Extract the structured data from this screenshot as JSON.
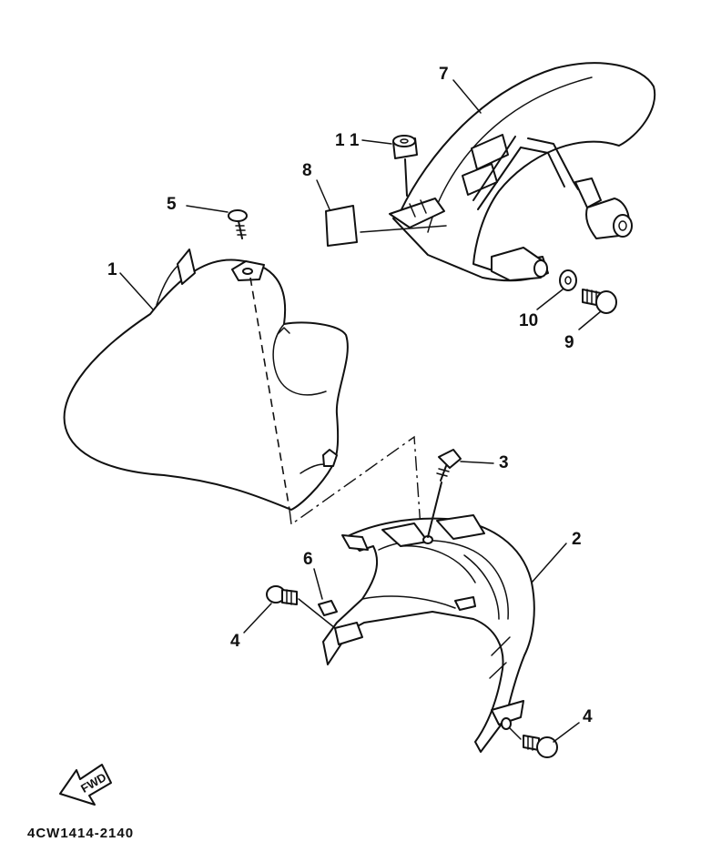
{
  "callouts": {
    "c1": "1",
    "c2": "2",
    "c3": "3",
    "c4a": "4",
    "c4b": "4",
    "c5": "5",
    "c6": "6",
    "c7": "7",
    "c8": "8",
    "c9": "9",
    "c10": "10",
    "c11": "1 1"
  },
  "fwd_label": "FWD",
  "diagram_code": "4CW1414-2140"
}
